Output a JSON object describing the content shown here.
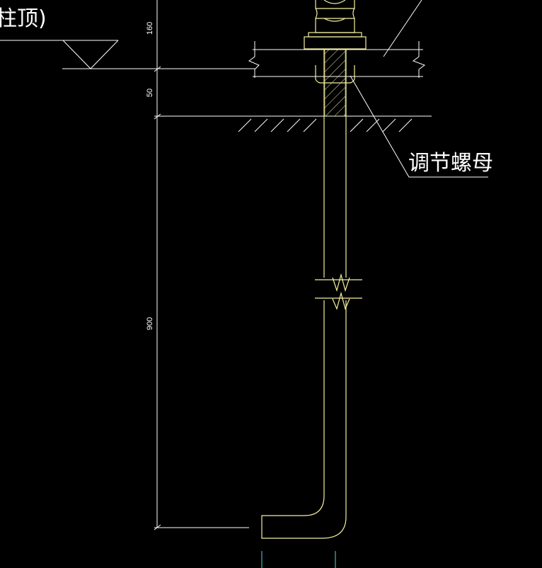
{
  "drawing": {
    "top_left_label": "柱顶)",
    "callout_label": "调节螺母",
    "dimensions": {
      "top": "160",
      "middle": "50",
      "long": "900"
    },
    "colors": {
      "background": "#000000",
      "line_white": "#ffffff",
      "bolt_yellow": "#f5f0a0",
      "centerline_cyan": "#4fd6e6"
    }
  }
}
